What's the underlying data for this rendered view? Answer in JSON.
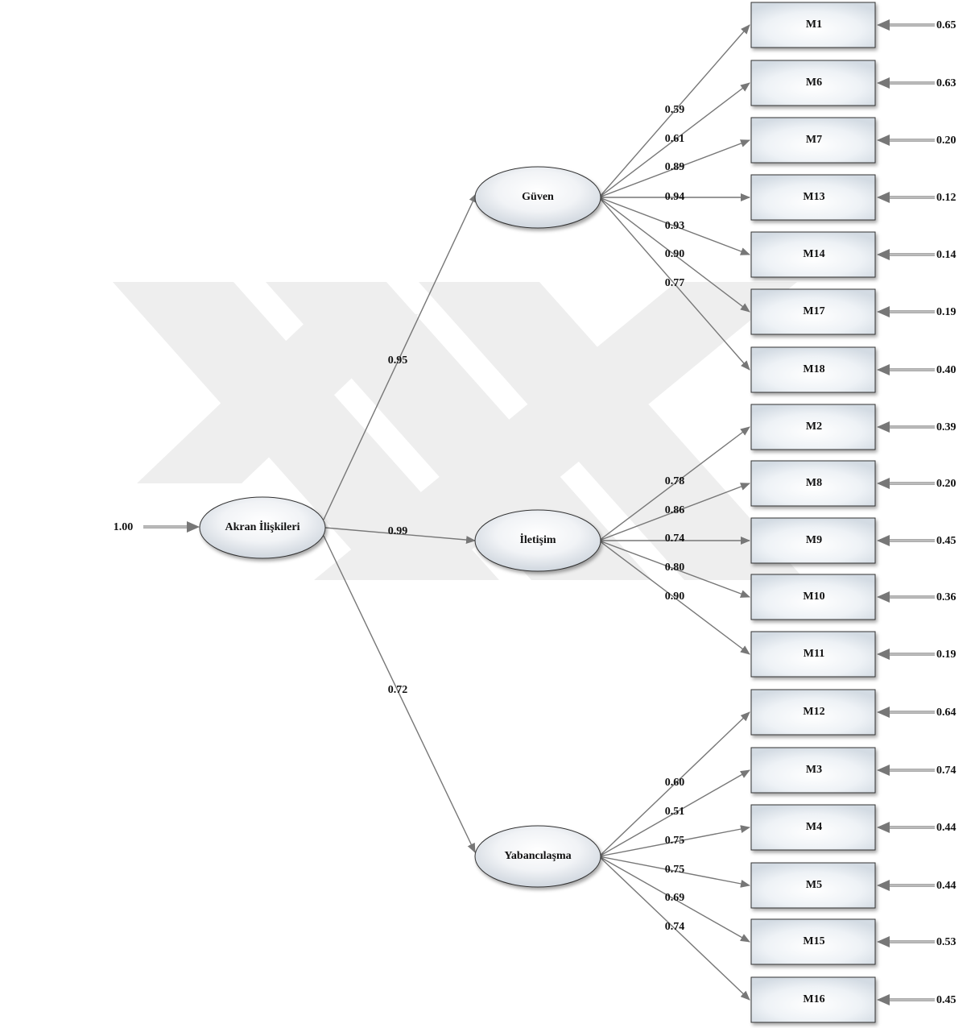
{
  "colors": {
    "arrow": "#777777",
    "shape_fill_light": "#ffffff",
    "shape_fill_dark": "#d6dde5",
    "watermark": "#eeeeee",
    "text": "#111111"
  },
  "root": {
    "label": "Akran İlişkileri",
    "variance": "1.00"
  },
  "factors": [
    {
      "label": "Güven",
      "loading": "0.95"
    },
    {
      "label": "İletişim",
      "loading": "0.99"
    },
    {
      "label": "Yabancılaşma",
      "loading": "0.72"
    }
  ],
  "indicators": [
    {
      "label": "M1",
      "factor": 0,
      "loading": "0.59",
      "error": "0.65"
    },
    {
      "label": "M6",
      "factor": 0,
      "loading": "0.61",
      "error": "0.63"
    },
    {
      "label": "M7",
      "factor": 0,
      "loading": "0.89",
      "error": "0.20"
    },
    {
      "label": "M13",
      "factor": 0,
      "loading": "0.94",
      "error": "0.12"
    },
    {
      "label": "M14",
      "factor": 0,
      "loading": "0.93",
      "error": "0.14"
    },
    {
      "label": "M17",
      "factor": 0,
      "loading": "0.90",
      "error": "0.19"
    },
    {
      "label": "M18",
      "factor": 0,
      "loading": "0.77",
      "error": "0.40"
    },
    {
      "label": "M2",
      "factor": 1,
      "loading": "0.78",
      "error": "0.39"
    },
    {
      "label": "M8",
      "factor": 1,
      "loading": "0.86",
      "error": "0.20"
    },
    {
      "label": "M9",
      "factor": 1,
      "loading": "0.74",
      "error": "0.45"
    },
    {
      "label": "M10",
      "factor": 1,
      "loading": "0.80",
      "error": "0.36"
    },
    {
      "label": "M11",
      "factor": 1,
      "loading": "0.90",
      "error": "0.19"
    },
    {
      "label": "M12",
      "factor": 2,
      "loading": "0.60",
      "error": "0.64"
    },
    {
      "label": "M3",
      "factor": 2,
      "loading": "0.51",
      "error": "0.74"
    },
    {
      "label": "M4",
      "factor": 2,
      "loading": "0.75",
      "error": "0.44"
    },
    {
      "label": "M5",
      "factor": 2,
      "loading": "0.75",
      "error": "0.44"
    },
    {
      "label": "M15",
      "factor": 2,
      "loading": "0.69",
      "error": "0.53"
    },
    {
      "label": "M16",
      "factor": 2,
      "loading": "0.74",
      "error": "0.45"
    }
  ]
}
